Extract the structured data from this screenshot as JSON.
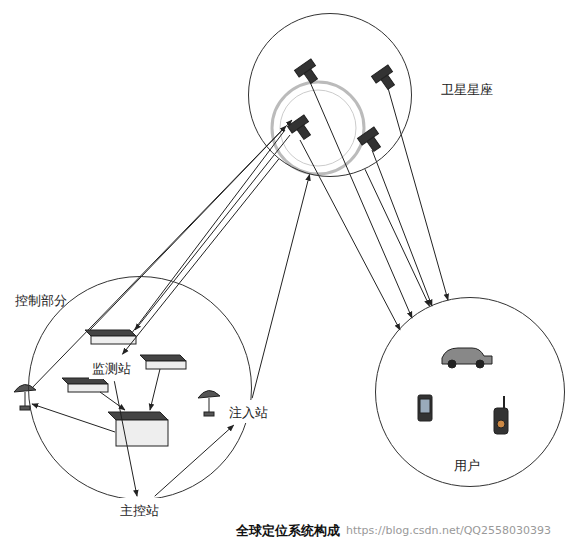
{
  "diagram": {
    "caption": "全球定位系统构成",
    "nodes": [
      {
        "text": [
          "卫星星座"
        ]
      },
      {
        "text": [
          "控制部分"
        ]
      },
      {
        "text": [
          "监测站"
        ],
        "in": 1
      },
      {
        "text": [
          "注入站"
        ],
        "in": 1
      },
      {
        "text": [
          "主控站"
        ],
        "in": 1
      },
      {
        "text": [
          "用户"
        ]
      }
    ],
    "edges": [
      {
        "from": 0,
        "to": 2,
        "arrow": "to"
      },
      {
        "from": 3,
        "to": 0,
        "arrow": "to"
      },
      {
        "from": 0,
        "to": 5,
        "arrow": "to"
      },
      {
        "from": 2,
        "to": 4,
        "arrow": "to"
      },
      {
        "from": 4,
        "to": 3,
        "arrow": "to"
      }
    ],
    "labels": [
      "https://blog.csdn.net/QQ2558030393"
    ]
  }
}
